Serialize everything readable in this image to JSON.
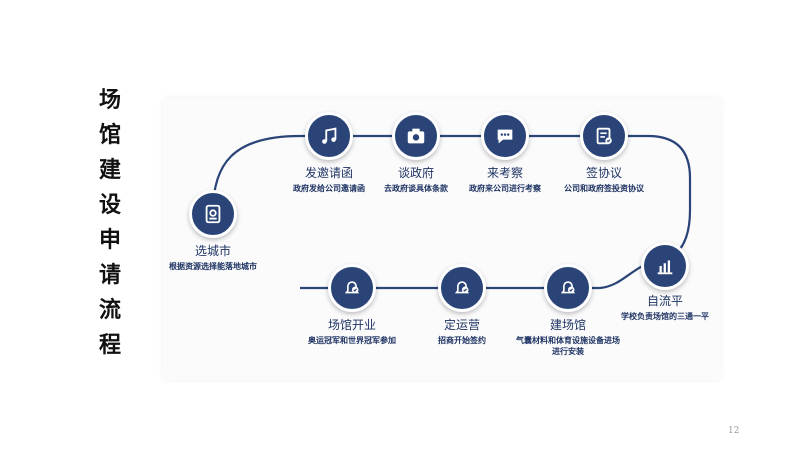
{
  "title_chars": [
    "场",
    "馆",
    "建",
    "设",
    "申",
    "请",
    "流",
    "程"
  ],
  "colors": {
    "node": "#2a4478",
    "path": "#2a4478",
    "text": "#1f3463"
  },
  "steps": {
    "select_city": {
      "label": "选城市",
      "desc": "根据资源选择能落地城市",
      "icon": "document-icon"
    },
    "invite": {
      "label": "发邀请函",
      "desc": "政府发给公司邀请函",
      "icon": "music-note-icon"
    },
    "talk_gov": {
      "label": "谈政府",
      "desc": "去政府谈具体条款",
      "icon": "camera-icon"
    },
    "inspection": {
      "label": "来考察",
      "desc": "政府来公司进行考察",
      "icon": "chat-icon"
    },
    "sign": {
      "label": "签协议",
      "desc": "公司和政府签投资协议",
      "icon": "clipboard-icon"
    },
    "self_review": {
      "label": "自流平",
      "desc": "学校负责场馆的三通一平",
      "icon": "bar-chart-icon"
    },
    "build": {
      "label": "建场馆",
      "desc_lines": [
        "气囊材料和体育设施设备进场",
        "进行安装"
      ],
      "icon": "bell-check-icon"
    },
    "operate": {
      "label": "定运营",
      "desc": "招商开始签约",
      "icon": "bell-check-icon"
    },
    "open": {
      "label": "场馆开业",
      "desc": "奥运冠军和世界冠军参加",
      "icon": "bell-check-icon"
    }
  },
  "page_number": "12"
}
